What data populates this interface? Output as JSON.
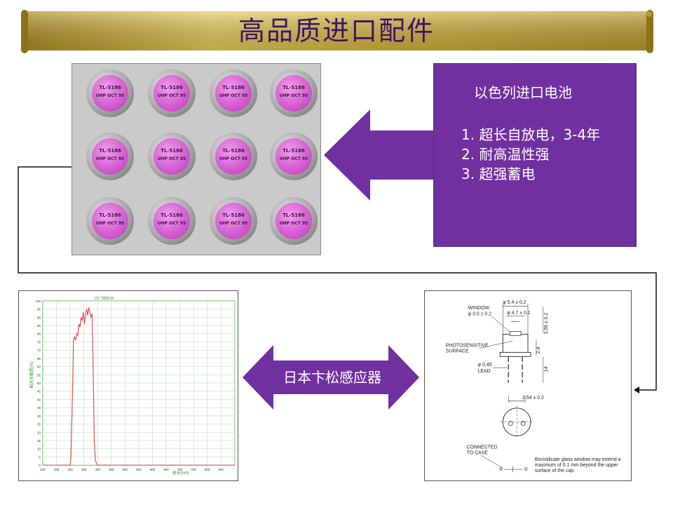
{
  "slide": {
    "title": "高品质进口配件"
  },
  "battery_photo": {
    "cell_label_line1": "TL-5186",
    "cell_label_line2": "UHP OCT 95"
  },
  "info_box": {
    "title": "以色列进口电池",
    "items": [
      "1.  超长自放电，3-4年",
      "2.  耐高温性强",
      "3.  超强蓄电"
    ]
  },
  "sensor_arrow": {
    "label": "日本卞松感应器"
  },
  "drawing": {
    "labels": {
      "window": "WINDOW",
      "window_dim": "φ 3.0 ± 0.2",
      "outer_dim": "φ 5.4 ± 0.2",
      "inner_dim": "φ 4.7 ± 0.1",
      "height_dim": "3.55 ± 0.2",
      "gap_dim": "2.4",
      "photo1": "PHOTOSENSITIVE",
      "photo2": "SURFACE",
      "lead_dim": "φ 0.45",
      "lead": "LEAD",
      "lead_len": "14",
      "pitch_dim": "2.54 ± 0.2",
      "connected1": "CONNECTED",
      "connected2": "TO CASE",
      "note1": "Borosilicate glass window may extend a",
      "note2": "maximum of 0.1 mm beyond the upper",
      "note3": "surface of the cap.",
      "pin1": "①",
      "pin2": "②"
    }
  },
  "colors": {
    "purple": "#7030a0",
    "gold": "#d4b43a",
    "spectrum_line": "#e05050",
    "grid": "#2e9d2e"
  },
  "chart_data": {
    "type": "line",
    "title": "UV 365nm",
    "xlabel": "波长(nm)",
    "ylabel": "相对灵敏度(%)",
    "xlim": [
      200,
      900
    ],
    "ylim": [
      0,
      100
    ],
    "x_ticks": [
      200,
      250,
      300,
      350,
      400,
      450,
      500,
      550,
      600,
      650,
      700,
      750,
      800,
      850
    ],
    "y_ticks": [
      0,
      5,
      10,
      15,
      20,
      25,
      30,
      35,
      40,
      45,
      50,
      55,
      60,
      65,
      70,
      75,
      80,
      85,
      90,
      95,
      100
    ],
    "grid": true,
    "series": [
      {
        "x": [
          200,
          300,
          303,
          306,
          310,
          312,
          316,
          320,
          324,
          328,
          332,
          336,
          340,
          344,
          348,
          352,
          356,
          360,
          364,
          368,
          372,
          376,
          380,
          384,
          388,
          392,
          396,
          400,
          410,
          900
        ],
        "y": [
          0,
          0,
          5,
          25,
          55,
          76,
          78,
          76,
          80,
          79,
          86,
          84,
          90,
          88,
          93,
          86,
          92,
          95,
          91,
          96,
          93,
          90,
          92,
          60,
          15,
          3,
          1,
          0,
          0,
          0
        ]
      }
    ]
  }
}
